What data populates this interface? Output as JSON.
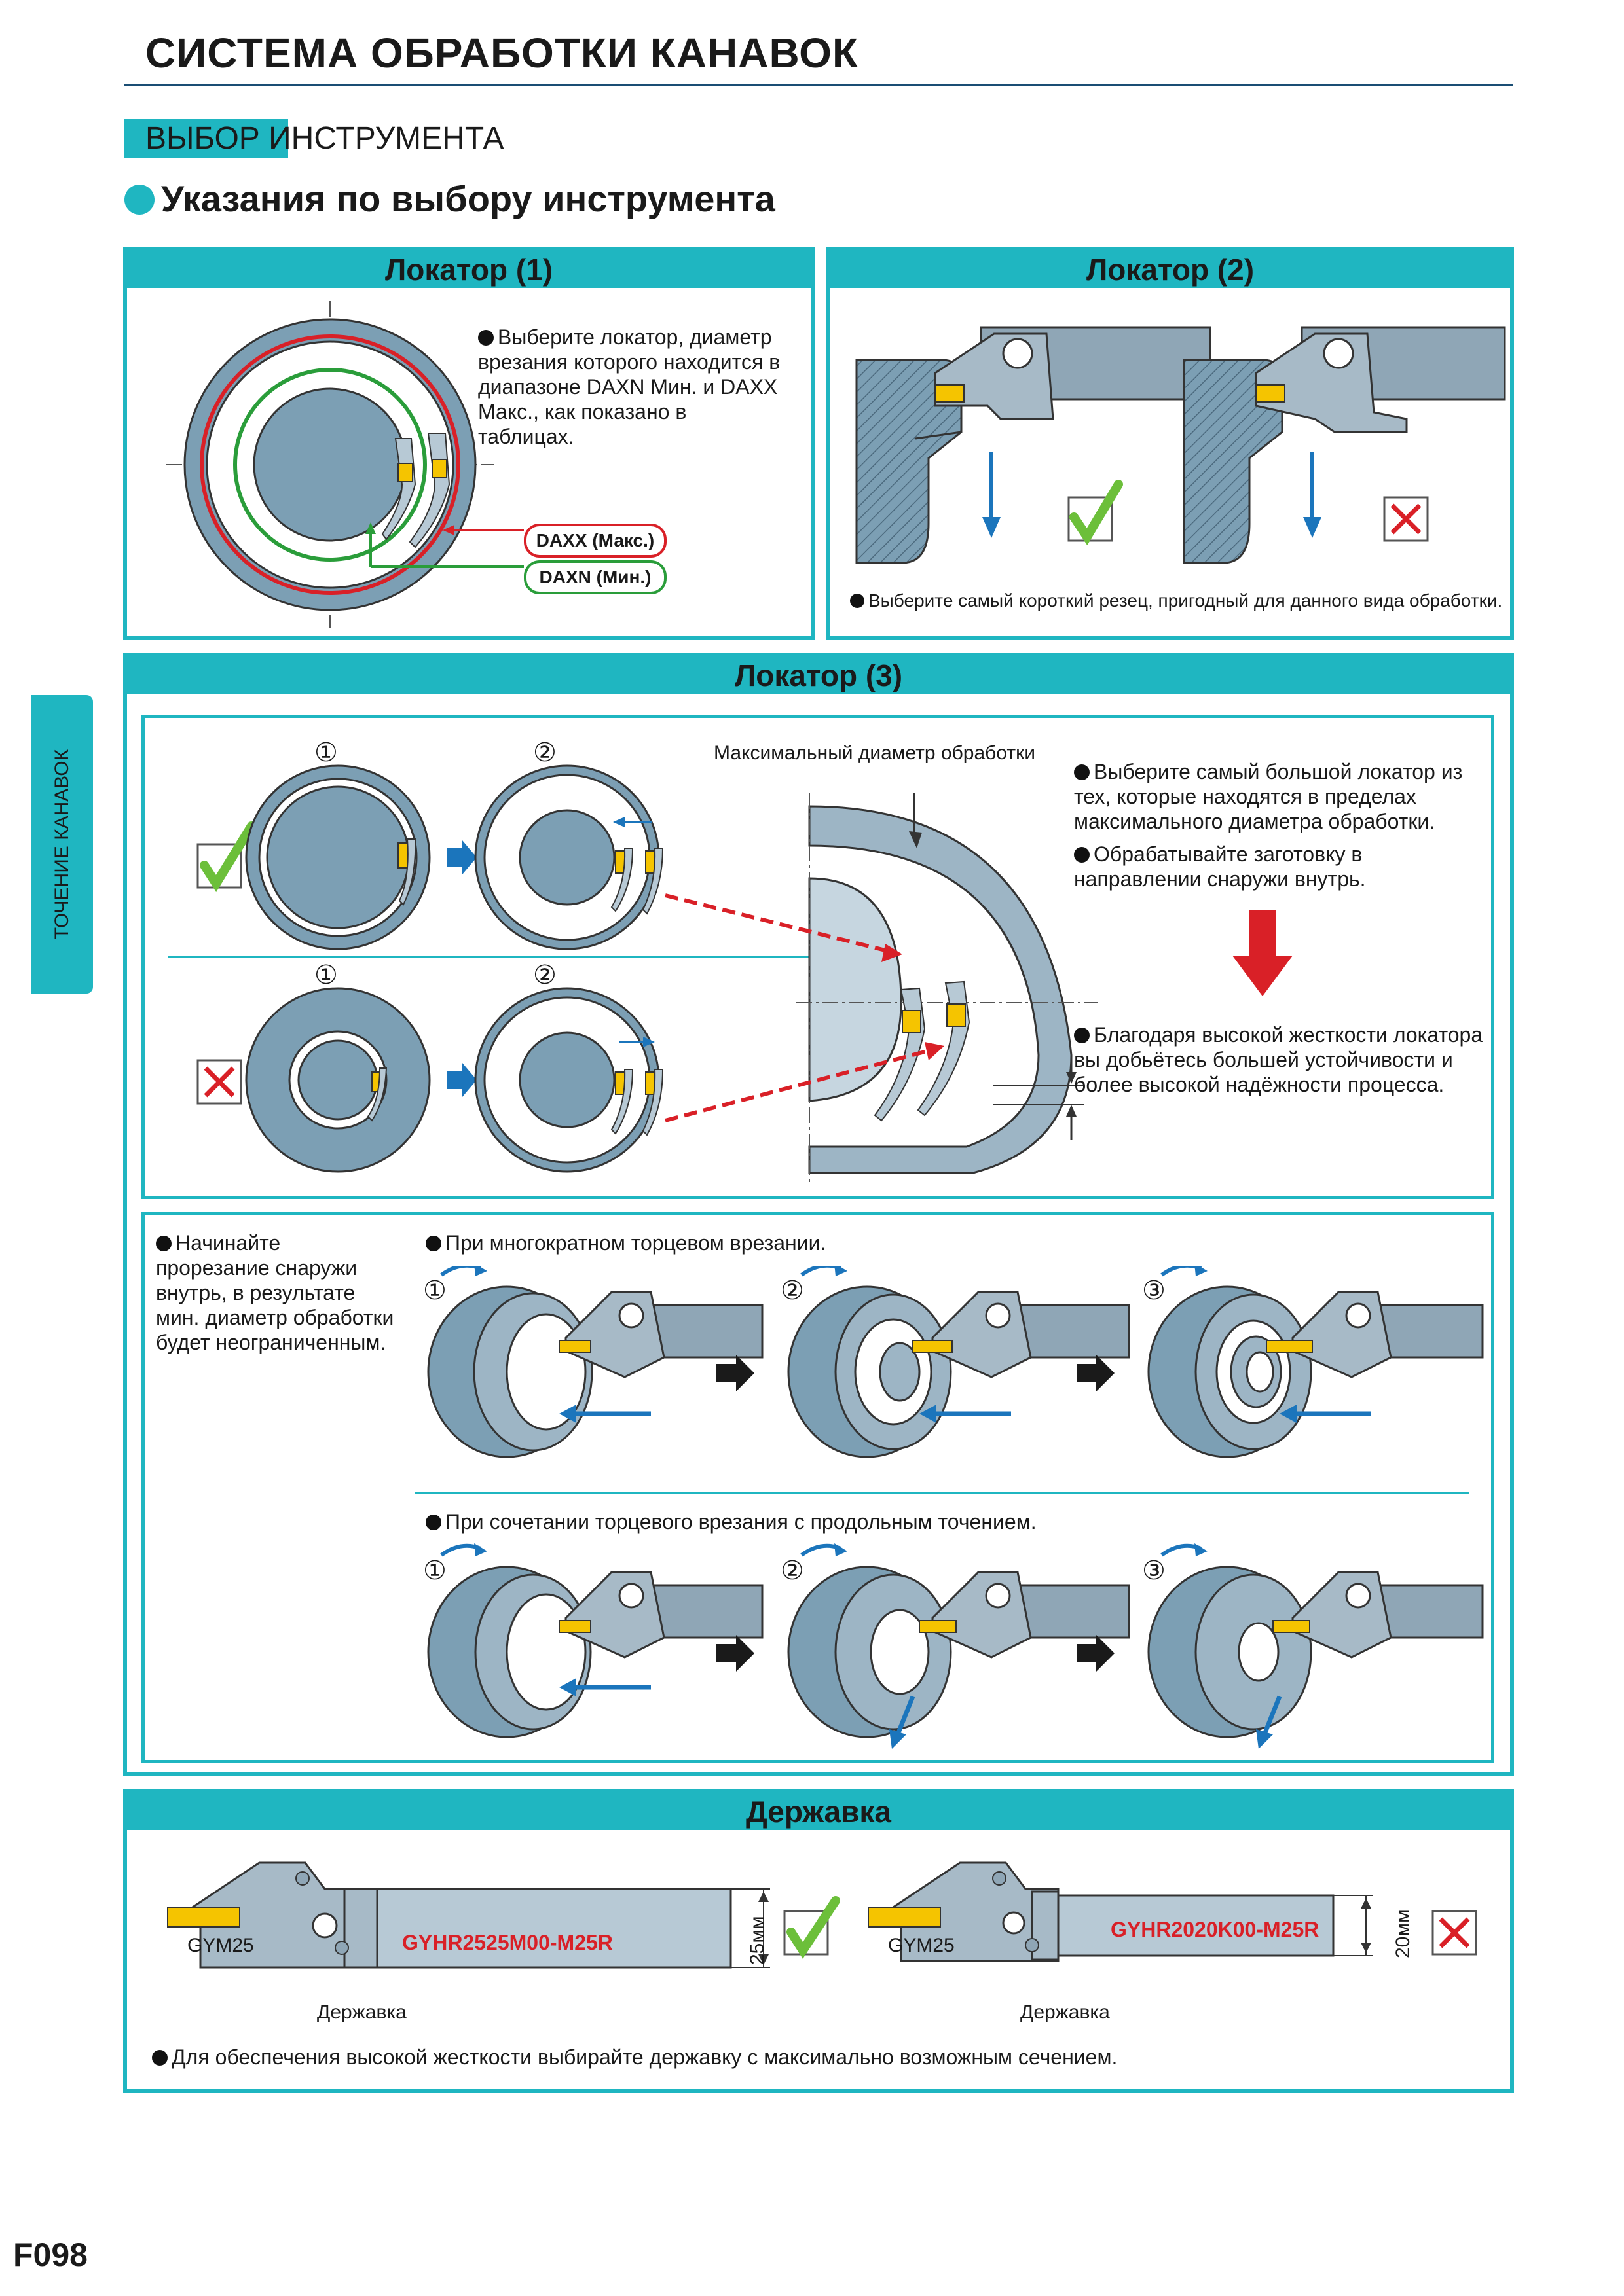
{
  "header": {
    "title": "СИСТЕМА ОБРАБОТКИ КАНАВОК",
    "section_label": "ВЫБОР ИНСТРУМЕНТА",
    "subtitle": "Указания по выбору инструмента"
  },
  "side_tab": {
    "label": "ТОЧЕНИЕ КАНАВОК"
  },
  "locator1": {
    "title": "Локатор (1)",
    "text": "Выберите локатор, диаметр врезания которого находится в диапазоне DAXN Мин. и DAXX Макс., как показано в таблицах.",
    "label_max": "DAXX (Макс.)",
    "label_min": "DAXN (Мин.)"
  },
  "locator2": {
    "title": "Локатор (2)",
    "note": "Выберите самый короткий резец, пригодный для данного вида обработки."
  },
  "locator3": {
    "title": "Локатор (3)",
    "step1": "①",
    "step2": "②",
    "max_diameter_label": "Максимальный диаметр обработки",
    "bullet1": "Выберите самый большой локатор из тех, которые находятся в пределах максимального диаметра обработки.",
    "bullet2": "Обрабатывайте заготовку в направлении снаружи внутрь.",
    "bullet3": "Благодаря высокой жесткости локатора вы добьётесь большей устойчивости и более высокой надёжности процесса."
  },
  "face": {
    "left_text": "Начинайте прорезание снаружи внутрь, в результате мин. диаметр обработки будет неограниченным.",
    "row1_title": "При многократном торцевом врезании.",
    "row2_title": "При сочетании торцевого врезания с продольным точением.",
    "steps": [
      "①",
      "②",
      "③"
    ]
  },
  "holder": {
    "title": "Державка",
    "left": {
      "code": "GYHR2525M00-M25R",
      "insert": "GYM25",
      "size": "25мм",
      "caption": "Державка"
    },
    "right": {
      "code": "GYHR2020K00-M25R",
      "insert": "GYM25",
      "size": "20мм",
      "caption": "Державка"
    },
    "note": "Для обеспечения высокой жесткости выбирайте державку с максимально возможным сечением."
  },
  "footer": {
    "page": "F098"
  },
  "colors": {
    "accent": "#1fb6c1",
    "work": "#7c9fb4",
    "red": "#d92027",
    "blue": "#1b75bc",
    "check": "#6cbf3a"
  }
}
